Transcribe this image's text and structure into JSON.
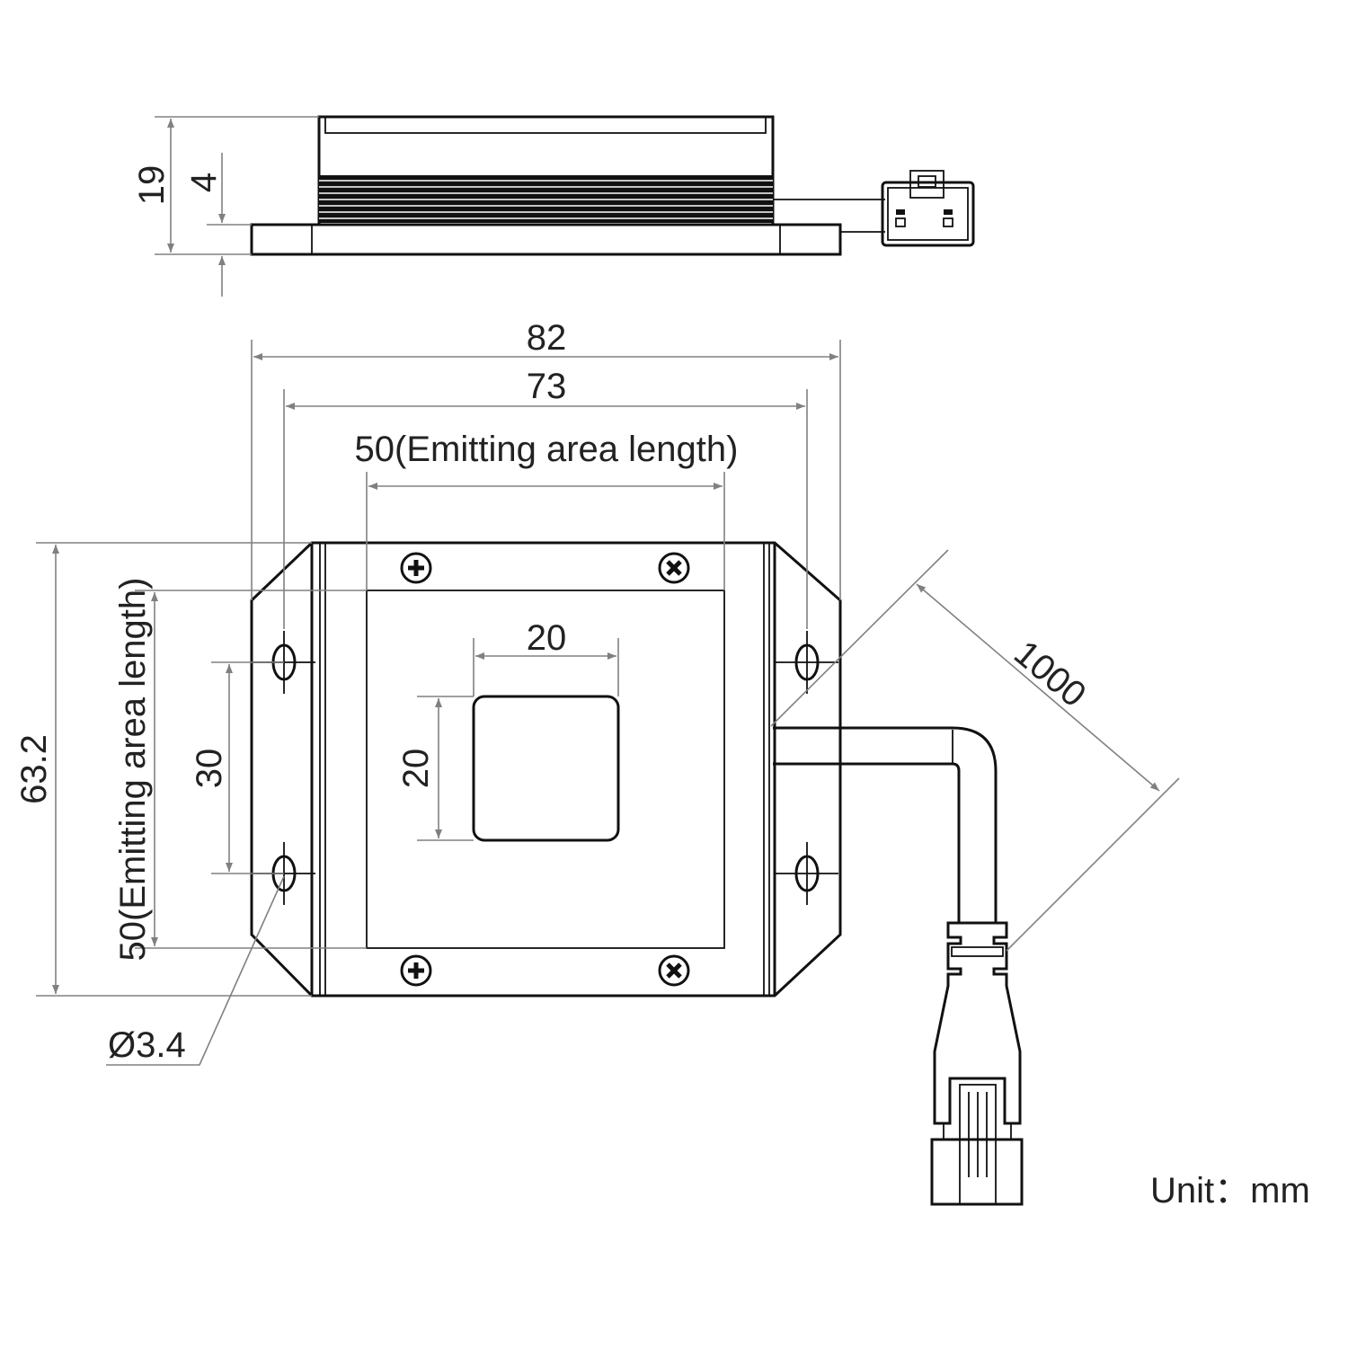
{
  "side_view": {
    "height_total": "19",
    "base_thickness": "4"
  },
  "top_view": {
    "overall_width": "82",
    "hole_spacing_width": "73",
    "emitting_width": "50(Emitting area length)",
    "emitting_height": "50(Emitting area length)",
    "overall_height": "63.2",
    "hole_spacing_height": "30",
    "window_width": "20",
    "window_height": "20",
    "hole_diameter": "Ø3.4",
    "cable_length": "1000"
  },
  "unit_label": "Unit：mm",
  "colors": {
    "outline": "#111111",
    "dimension": "#808080"
  }
}
